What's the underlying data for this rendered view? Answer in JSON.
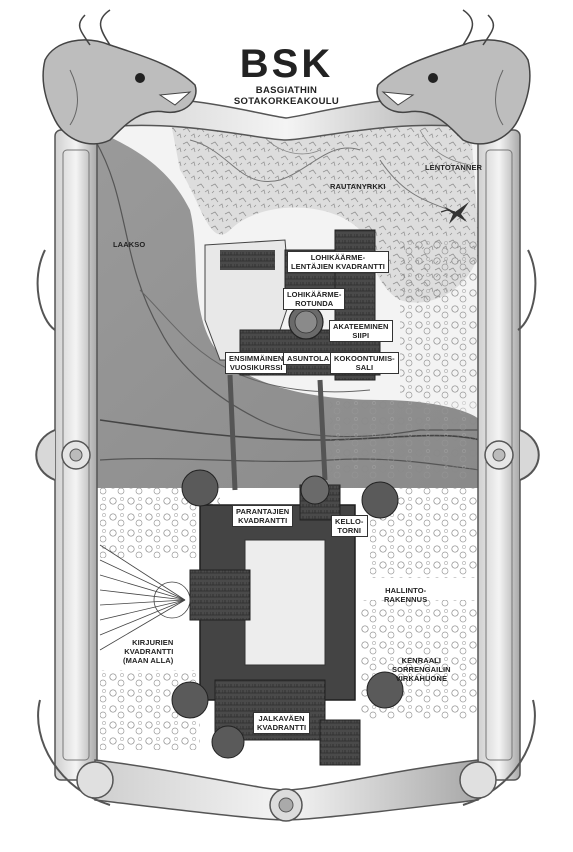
{
  "header": {
    "title": "BSK",
    "subtitle_line1": "BASGIATHIN",
    "subtitle_line2": "SOTAKORKEAKOULU"
  },
  "labels": {
    "rautanyrkki": "RAUTANYRKKI",
    "lentotanner": "LENTOTANNER",
    "laakso": "LAAKSO",
    "lohikaarmelentajien": "LOHIKÄÄRME-\nLENTÄJIEN KVADRANTTI",
    "lohikaarmerotunda": "LOHIKÄÄRME-\nROTUNDA",
    "akateeminen": "AKATEEMINEN\nSIIPI",
    "ensimmainen": "ENSIMMÄINEN\nVUOSIKURSSI",
    "asuntola": "ASUNTOLA",
    "kokoontumissali": "KOKOONTUMIS-\nSALI",
    "parantajien": "PARANTAJIEN\nKVADRANTTI",
    "kellotorni": "KELLO-\nTORNI",
    "hallintorakennus": "HALLINTO-\nRAKENNUS",
    "kirjurien": "KIRJURIEN\nKVADRANTTI\n(MAAN ALLA)",
    "kenraali": "KENRAALI\nSORRENGAILIN\nVIRKAHUONE",
    "jalkavaen": "JALKAVÄEN\nKVADRANTTI"
  },
  "icons": {
    "dragon": "dragon-icon",
    "frame": "ornate-frame",
    "gargoyle": "gargoyle-head"
  }
}
